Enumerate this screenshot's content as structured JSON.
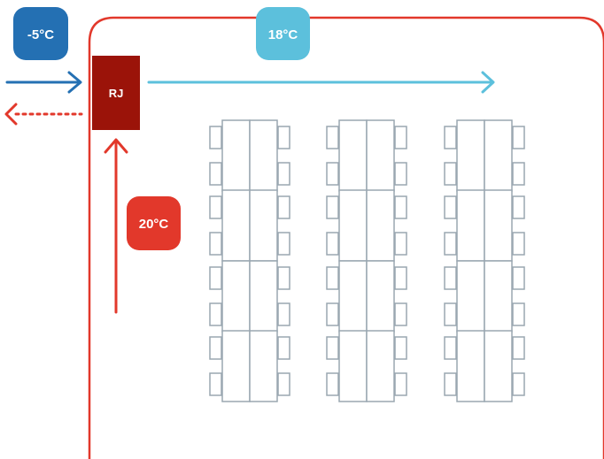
{
  "labels": {
    "outside_temp": "-5°C",
    "supply_temp": "18°C",
    "return_temp": "20°C",
    "unit": "RJ"
  },
  "colors": {
    "room_border": "#e2382b",
    "outside_badge": "#2470b3",
    "supply_badge": "#5cc0dc",
    "return_badge": "#e2382b",
    "unit": "#9b1309",
    "table_stroke": "#9aa7b1"
  },
  "layout_info": {
    "table_columns": 3,
    "table_rows_per_column": 4
  }
}
